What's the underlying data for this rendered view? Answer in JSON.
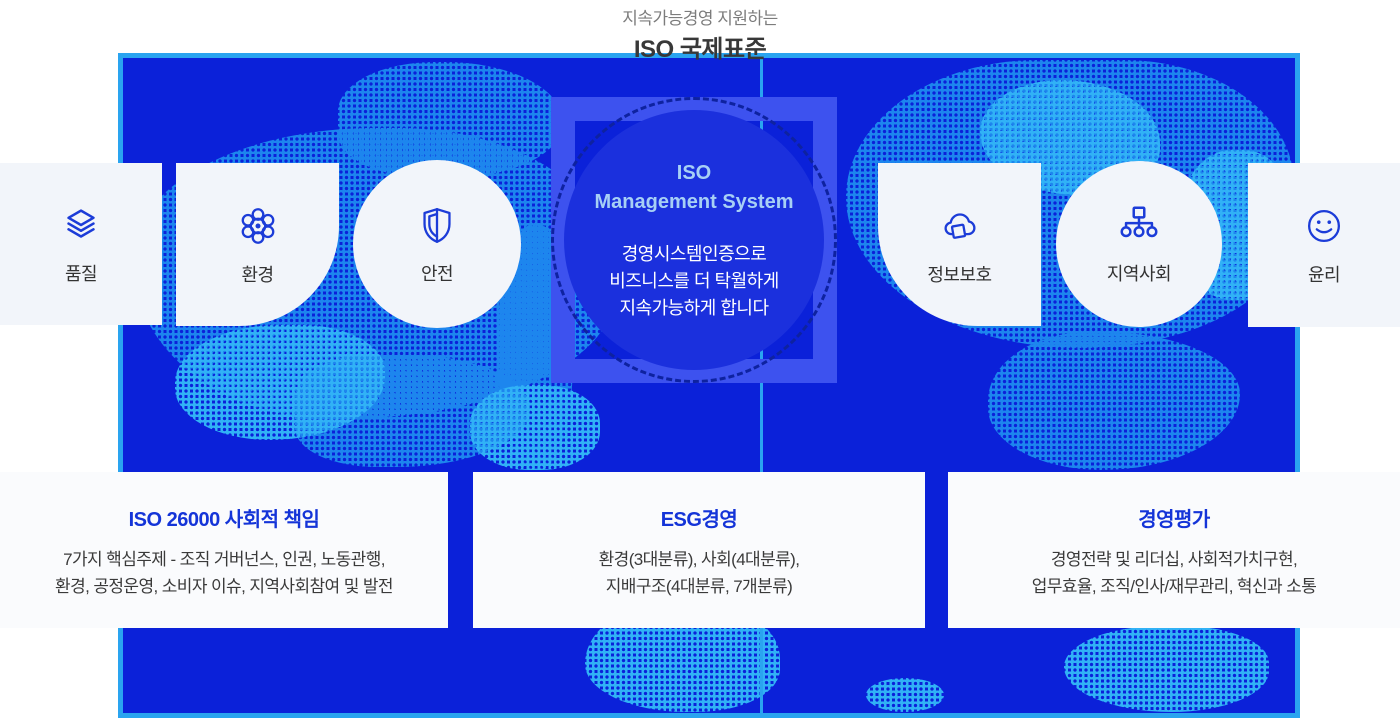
{
  "header": {
    "subtitle": "지속가능경영 지원하는",
    "title": "ISO 국제표준"
  },
  "top_cards": [
    {
      "label": "품질",
      "icon": "layers-icon"
    },
    {
      "label": "환경",
      "icon": "atom-icon"
    },
    {
      "label": "안전",
      "icon": "shield-icon"
    },
    {
      "label": "정보보호",
      "icon": "cloud-document-icon"
    },
    {
      "label": "지역사회",
      "icon": "org-chart-icon"
    },
    {
      "label": "윤리",
      "icon": "smiley-icon"
    }
  ],
  "center": {
    "title_line1": "ISO",
    "title_line2": "Management System",
    "description": "경영시스템인증으로\n비즈니스를 더 탁월하게\n지속가능하게 합니다"
  },
  "bottom_cards": [
    {
      "title": "ISO 26000 사회적 책임",
      "body": "7가지 핵심주제 - 조직 거버넌스, 인권, 노동관행,\n환경, 공정운영, 소비자 이슈, 지역사회참여 및 발전"
    },
    {
      "title": "ESG경영",
      "body": "환경(3대분류), 사회(4대분류),\n지배구조(4대분류, 7개분류)"
    },
    {
      "title": "경영평가",
      "body": "경영전략 및 리더십, 사회적가치구현,\n업무효율, 조직/인사/재무관리, 혁신과 소통"
    }
  ],
  "colors": {
    "panel_blue": "#0b21d9",
    "accent_cyan": "#2aa4f0",
    "map_dot_blue": "#1d86ee",
    "map_dot_bright": "#31b2f6",
    "center_square_border": "#3d52ef",
    "center_circle_fill": "#1b30dd",
    "dashed_ring": "#0e22a0",
    "icon_blue": "#1c3cd8",
    "bottom_title_blue": "#1434d8",
    "center_light_blue_text": "#a7d0f5"
  }
}
